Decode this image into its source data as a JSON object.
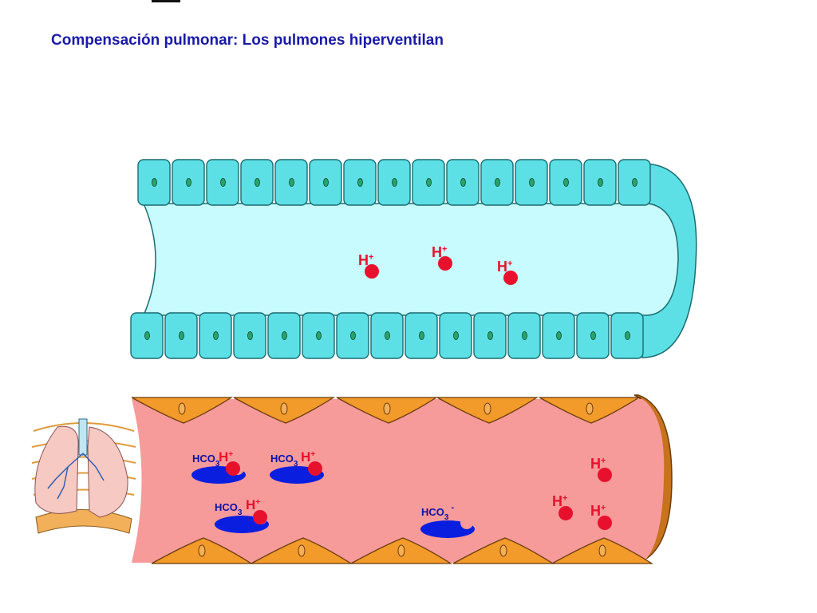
{
  "title": "Compensación pulmonar: Los pulmones hiperventilan",
  "labels": {
    "h_plus_base": "H",
    "plus": "+",
    "hco3_base": "HCO",
    "sub3": "3",
    "minus": "-"
  },
  "colors": {
    "title": "#1a1aa8",
    "epithelial_cell": "#5ce0e6",
    "airway_lumen": "#c8fbfd",
    "vessel_lumen": "#f79a9a",
    "endothelial_cell": "#f29a2a",
    "proton": "#e8112d",
    "bicarbonate": "#0a1ee0"
  },
  "icons": [
    "lung-thorax-icon"
  ]
}
